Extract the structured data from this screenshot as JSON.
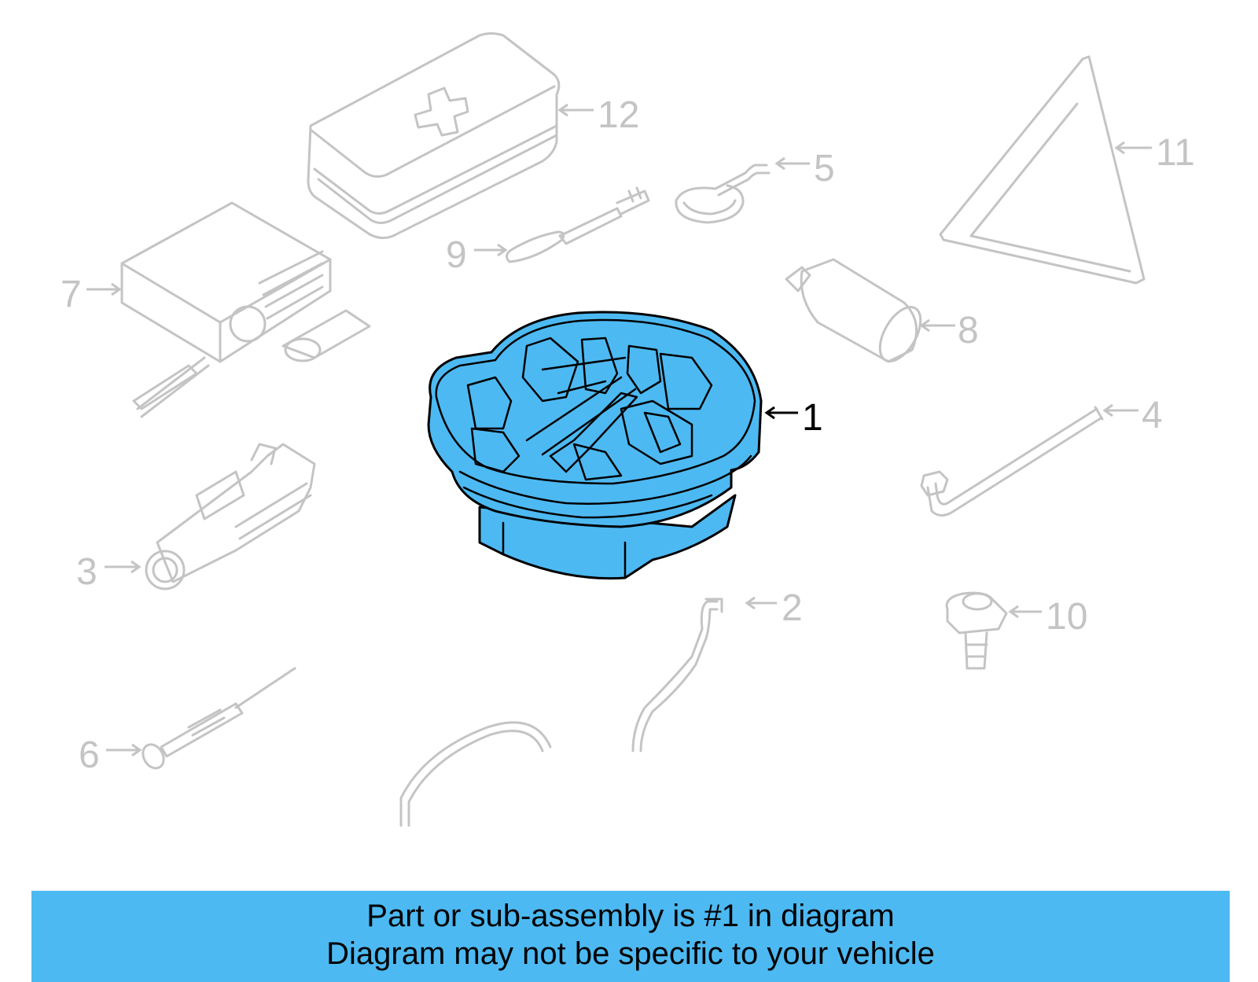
{
  "callouts": {
    "c1": "1",
    "c2": "2",
    "c3": "3",
    "c4": "4",
    "c5": "5",
    "c6": "6",
    "c7": "7",
    "c8": "8",
    "c9": "9",
    "c10": "10",
    "c11": "11",
    "c12": "12"
  },
  "banner": {
    "line1": "Part or sub-assembly is #1 in diagram",
    "line2": "Diagram may not be specific to your vehicle"
  },
  "colors": {
    "highlight": "#4db9f2",
    "ghost_parts": "#c4c4c4",
    "outline": "#000000"
  }
}
